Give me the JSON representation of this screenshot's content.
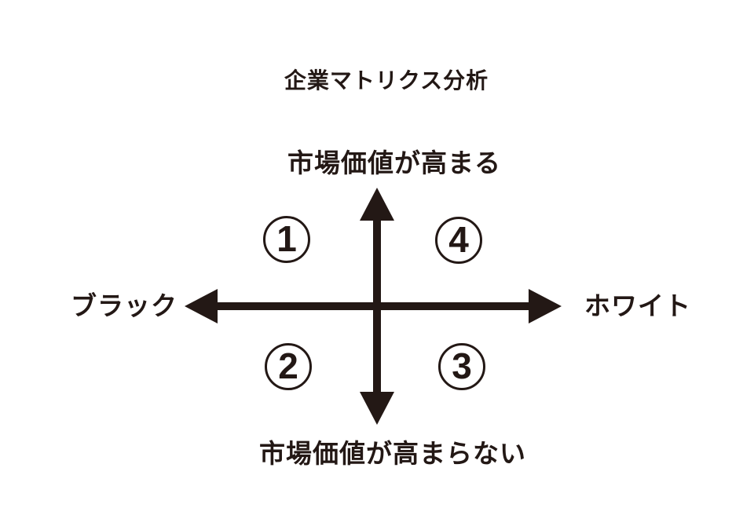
{
  "title": "企業マトリクス分析",
  "axes": {
    "vertical_top_label": "市場価値が高まる",
    "vertical_bottom_label": "市場価値が高まらない",
    "horizontal_left_label": "ブラック",
    "horizontal_right_label": "ホワイト"
  },
  "quadrants": [
    {
      "number": "1",
      "position": "top-left"
    },
    {
      "number": "2",
      "position": "bottom-left"
    },
    {
      "number": "3",
      "position": "bottom-right"
    },
    {
      "number": "4",
      "position": "top-right"
    }
  ],
  "colors": {
    "ink": "#231815",
    "background": "#ffffff"
  }
}
